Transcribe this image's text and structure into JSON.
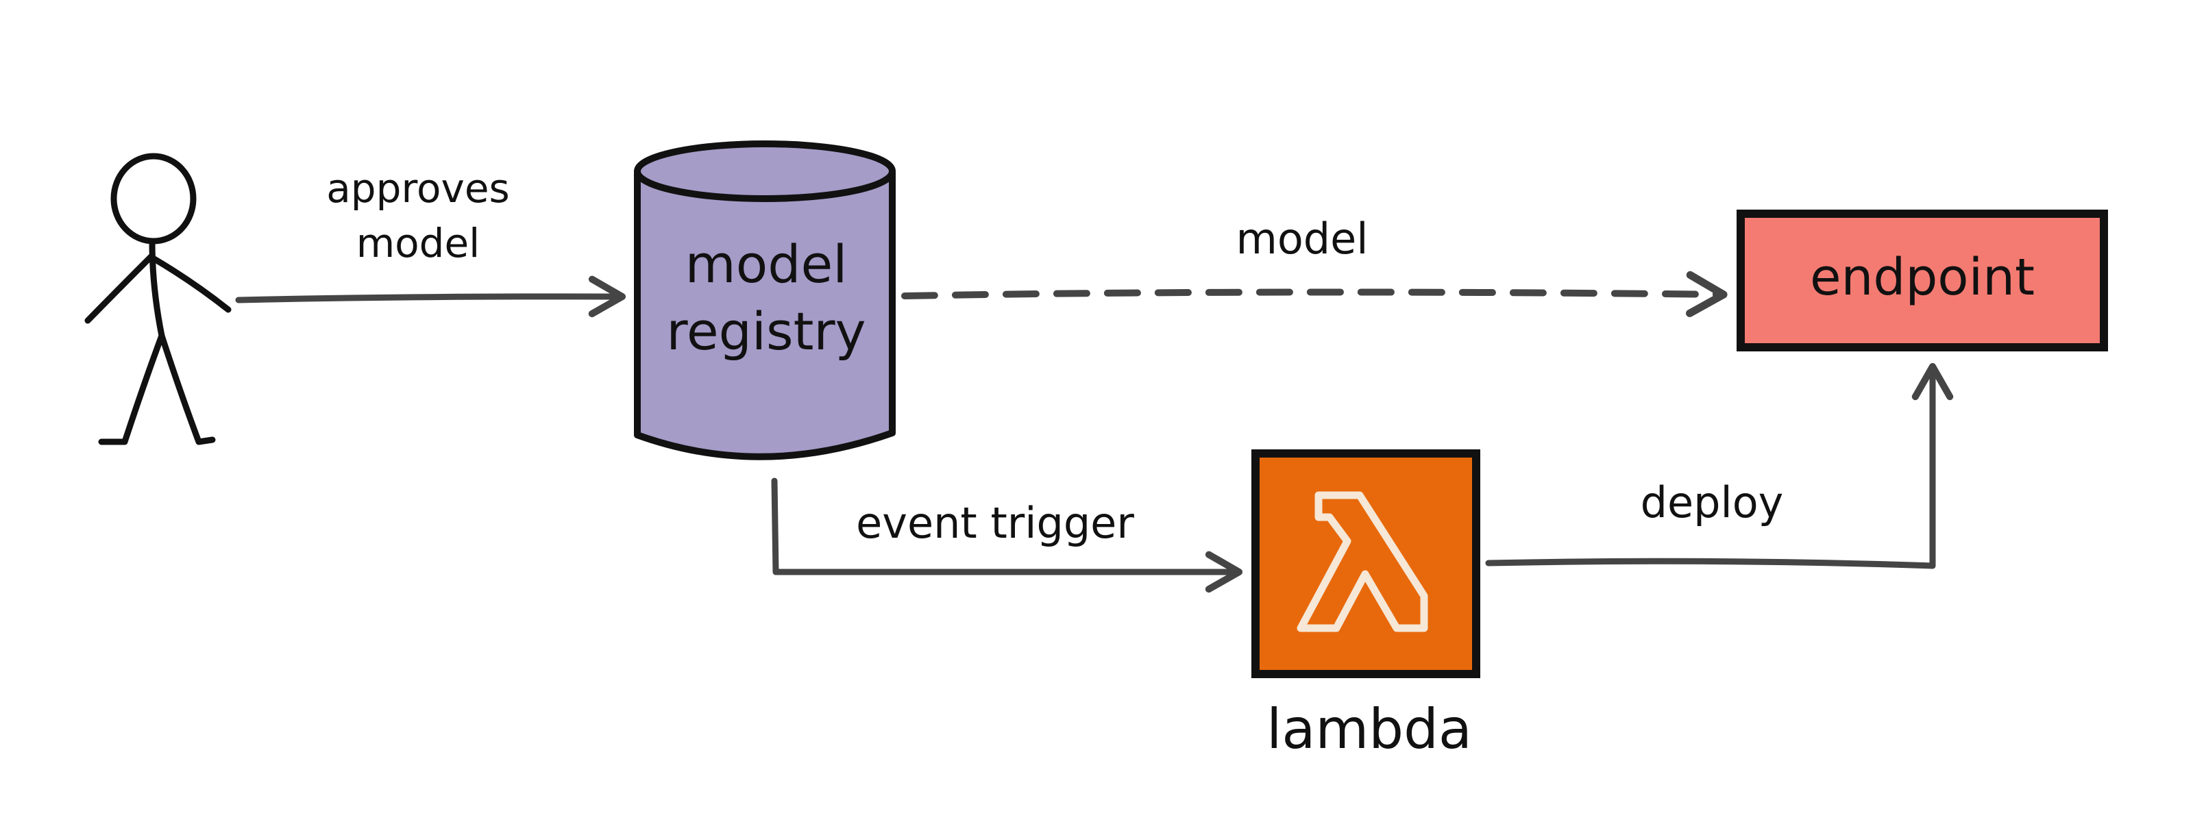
{
  "nodes": {
    "actor": {
      "icon": "stick-figure-icon"
    },
    "model_registry": {
      "label_line1": "model",
      "label_line2": "registry",
      "shape": "cylinder",
      "color": "#a59cc8"
    },
    "endpoint": {
      "label": "endpoint",
      "shape": "rectangle",
      "color": "#f47b72"
    },
    "lambda": {
      "label": "lambda",
      "icon": "lambda-icon",
      "color": "#e8690b"
    }
  },
  "edges": {
    "approves_model": {
      "label_line1": "approves",
      "label_line2": "model",
      "style": "solid"
    },
    "model": {
      "label": "model",
      "style": "dashed"
    },
    "event_trigger": {
      "label": "event trigger",
      "style": "solid"
    },
    "deploy": {
      "label": "deploy",
      "style": "solid"
    }
  },
  "colors": {
    "arrow": "#454545",
    "outline": "#111111",
    "lambda_glyph": "#f6e7d6"
  }
}
